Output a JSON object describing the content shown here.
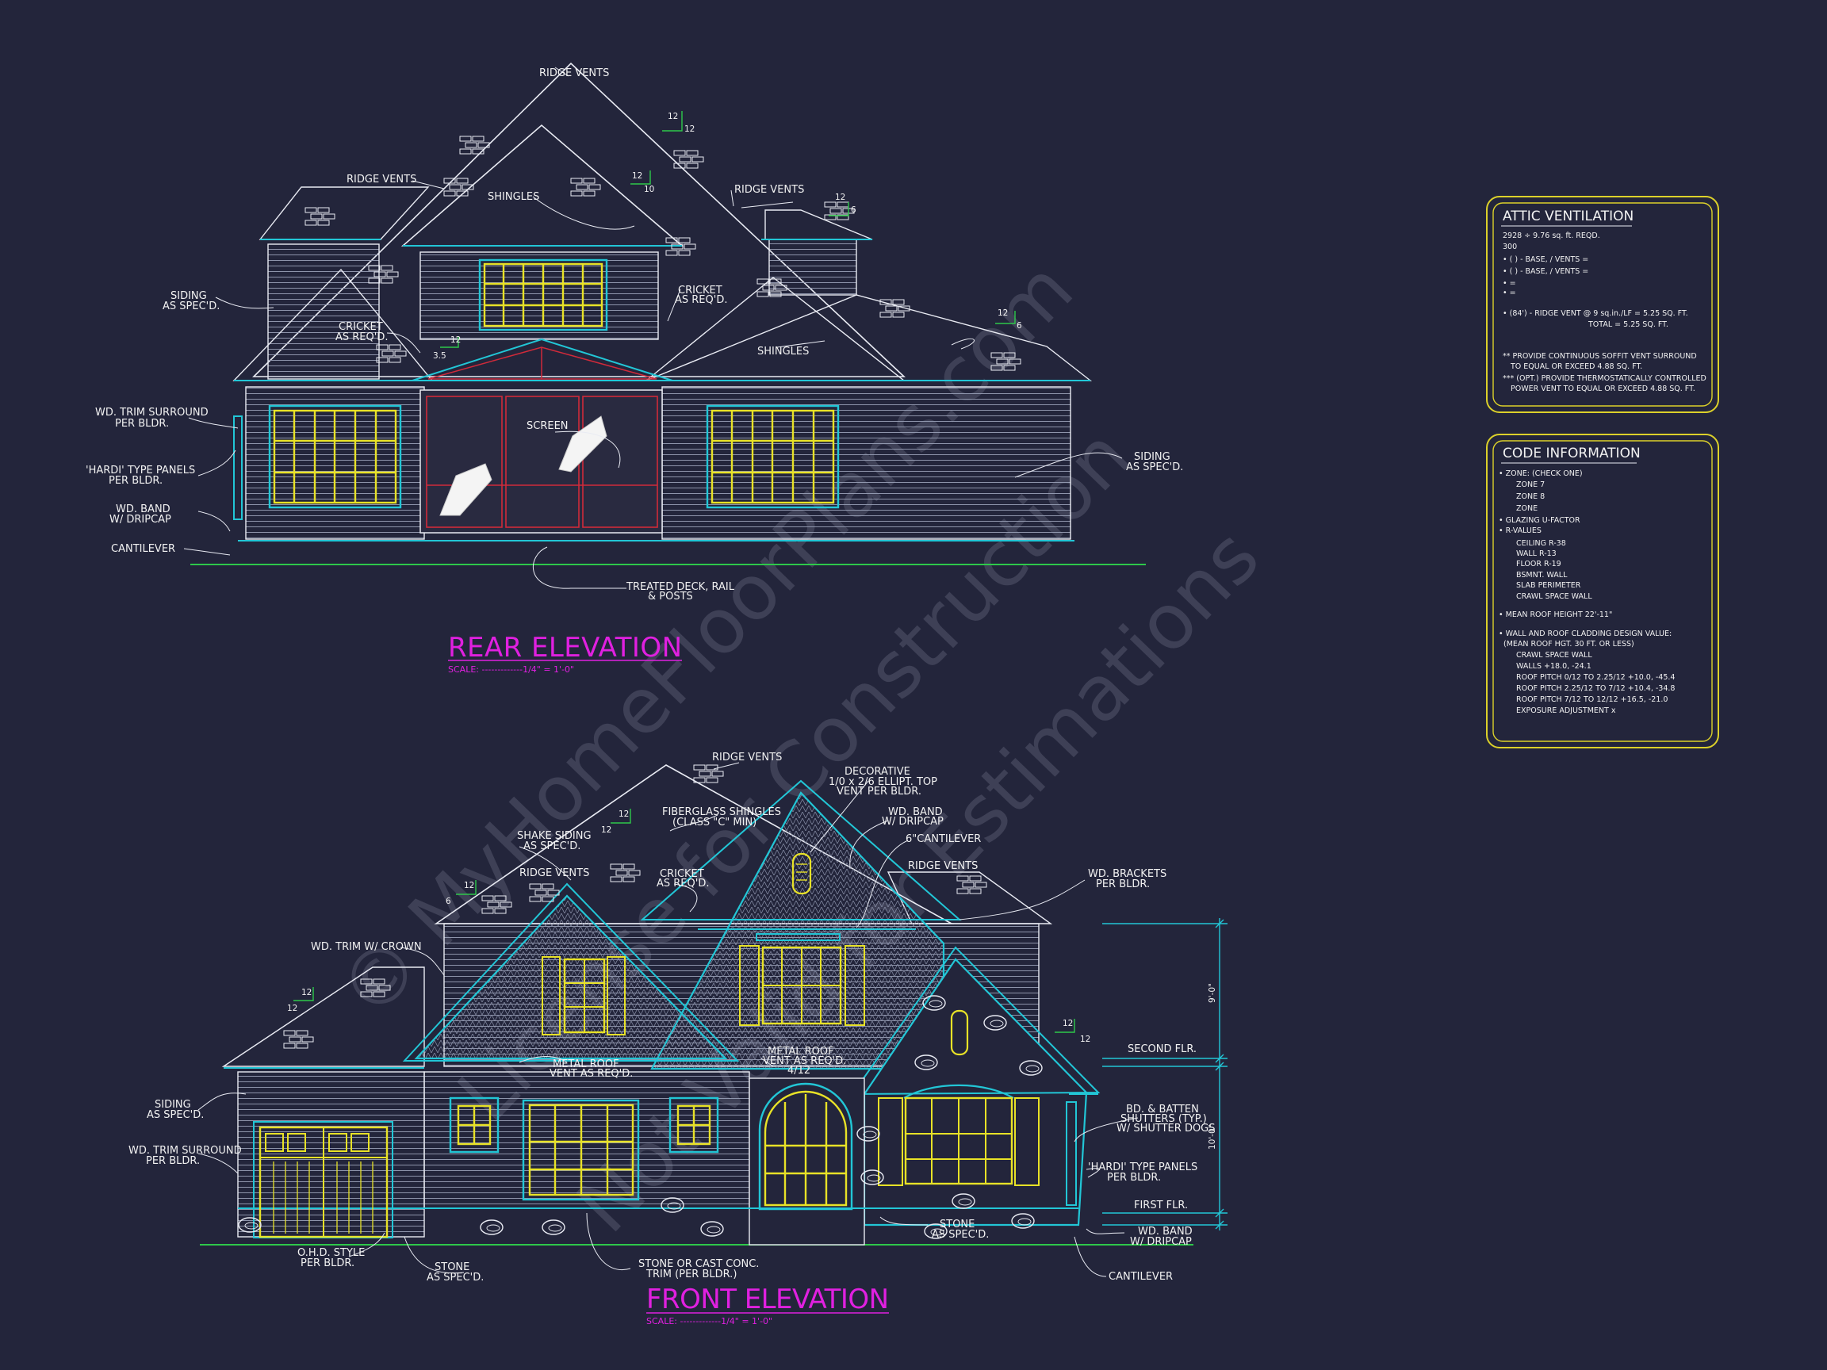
{
  "colors": {
    "background": "#23253b",
    "line_white": "#e9ebf3",
    "trim_cyan": "#22c6d6",
    "window_yellow": "#e8e227",
    "title_magenta": "#e020e0",
    "screen_red": "#d02a3a",
    "ground_green": "#2ec84a",
    "pitch_green": "#2ec84a",
    "panel_border_yellow": "#dcd12a"
  },
  "watermark": {
    "line1": "© MyHomeFloorPlans.com",
    "line2": "License for Construction",
    "line3": "Not Valid for Estimations"
  },
  "rear": {
    "title": "REAR ELEVATION",
    "scale": "SCALE: -------------1/4\" = 1'-0\"",
    "labels": {
      "ridge_top": "RIDGE VENTS",
      "ridge_left": "RIDGE VENTS",
      "ridge_right": "RIDGE VENTS",
      "shingles_top": "SHINGLES",
      "shingles_right": "SHINGLES",
      "siding_left_1": "SIDING",
      "siding_left_2": "AS SPEC'D.",
      "cricket_left_1": "CRICKET",
      "cricket_left_2": "AS REQ'D.",
      "cricket_right_1": "CRICKET",
      "cricket_right_2": "AS REQ'D.",
      "trim_1": "WD. TRIM SURROUND",
      "trim_2": "PER BLDR.",
      "hardi_1": "'HARDI' TYPE PANELS",
      "hardi_2": "PER BLDR.",
      "band_1": "WD. BAND",
      "band_2": "W/ DRIPCAP",
      "cantilever": "CANTILEVER",
      "screen": "SCREEN",
      "deck_1": "TREATED DECK, RAIL",
      "deck_2": "& POSTS",
      "siding_right_1": "SIDING",
      "siding_right_2": "AS SPEC'D.",
      "pitch_a_1": "12",
      "pitch_a_2": "12",
      "pitch_b_1": "12",
      "pitch_b_2": "10",
      "pitch_c_1": "12",
      "pitch_c_2": "6",
      "pitch_d_1": "12",
      "pitch_d_2": "6",
      "pitch_e_1": "12",
      "pitch_e_2": "3.5"
    }
  },
  "front": {
    "title": "FRONT ELEVATION",
    "scale": "SCALE: -------------1/4\" = 1'-0\"",
    "labels": {
      "ridge_top": "RIDGE VENTS",
      "ridge_left": "RIDGE VENTS",
      "ridge_right": "RIDGE VENTS",
      "decorative_1": "DECORATIVE",
      "decorative_2": "1/0 x 2/6 ELLIPT. TOP",
      "decorative_3": "VENT PER BLDR.",
      "fiberglass_1": "FIBERGLASS SHINGLES",
      "fiberglass_2": "(CLASS \"C\" MIN)",
      "band_top_1": "WD. BAND",
      "band_top_2": "W/ DRIPCAP",
      "shake_1": "SHAKE SIDING",
      "shake_2": "AS SPEC'D.",
      "cantilever6": "6\"CANTILEVER",
      "cricket_1": "CRICKET",
      "cricket_2": "AS REQ'D.",
      "brackets_1": "WD. BRACKETS",
      "brackets_2": "PER BLDR.",
      "trim_crown": "WD. TRIM W/ CROWN",
      "metal_left_1": "METAL ROOF",
      "metal_left_2": "VENT AS REQ'D.",
      "metal_right_1": "METAL ROOF",
      "metal_right_2": "VENT AS REQ'D.",
      "metal_right_3": "4/12",
      "siding_1": "SIDING",
      "siding_2": "AS SPEC'D.",
      "trim_1": "WD. TRIM SURROUND",
      "trim_2": "PER BLDR.",
      "batten_1": "BD. & BATTEN",
      "batten_2": "SHUTTERS (TYP.)",
      "batten_3": "W/ SHUTTER DOGS",
      "hardi_1": "'HARDI' TYPE PANELS",
      "hardi_2": "PER BLDR.",
      "ohd_1": "O.H.D. STYLE",
      "ohd_2": "PER BLDR.",
      "stone_left_1": "STONE",
      "stone_left_2": "AS SPEC'D.",
      "stone_trim_1": "STONE OR CAST CONC.",
      "stone_trim_2": "TRIM (PER BLDR.)",
      "stone_right_1": "STONE",
      "stone_right_2": "AS SPEC'D.",
      "band_bottom_1": "WD. BAND",
      "band_bottom_2": "W/ DRIPCAP",
      "cantilever": "CANTILEVER",
      "second_flr": "SECOND FLR.",
      "first_flr": "FIRST FLR.",
      "dim_upper": "9'-0\"",
      "dim_lower": "10'-0\"",
      "pitch_a_1": "12",
      "pitch_a_2": "12",
      "pitch_b_1": "12",
      "pitch_b_2": "6",
      "pitch_c_1": "12",
      "pitch_c_2": "12",
      "pitch_d_1": "12",
      "pitch_d_2": "12"
    }
  },
  "attic": {
    "title": "ATTIC VENTILATION",
    "lines": [
      "2928 ÷ 9.76 sq. ft. REQD.",
      "300",
      "• (     ) -          BASE,    /    VENTS    =",
      "• (     ) -          BASE,    /    VENTS    =",
      "•                                                   =",
      "•                                                   =",
      "• (84') - RIDGE VENT @ 9 sq.in./LF = 5.25 SQ. FT.",
      "TOTAL        = 5.25 SQ. FT.",
      "** PROVIDE CONTINUOUS SOFFIT VENT SURROUND",
      "TO EQUAL OR EXCEED  4.88 SQ. FT.",
      "*** (OPT.) PROVIDE THERMOSTATICALLY CONTROLLED",
      "POWER VENT TO EQUAL OR EXCEED 4.88 SQ. FT."
    ]
  },
  "code": {
    "title": "CODE INFORMATION",
    "lines": [
      "• ZONE: (CHECK ONE)",
      "ZONE 7",
      "ZONE 8",
      "ZONE",
      "• GLAZING U-FACTOR",
      "• R-VALUES",
      "CEILING                R-38",
      "WALL                     R-13",
      "FLOOR                  R-19",
      "BSMNT. WALL",
      "SLAB PERIMETER",
      "CRAWL SPACE WALL",
      "• MEAN ROOF HEIGHT  22'-11\"",
      "• WALL AND ROOF CLADDING DESIGN VALUE:",
      "(MEAN ROOF HGT. 30 FT. OR LESS)",
      "CRAWL SPACE WALL",
      "WALLS                                  +18.0, -24.1",
      "ROOF PITCH 0/12 TO 2.25/12   +10.0, -45.4",
      "ROOF PITCH 2.25/12 TO 7/12   +10.4, -34.8",
      "ROOF PITCH 7/12 TO 12/12      +16.5, -21.0",
      "EXPOSURE ADJUSTMENT             x"
    ]
  }
}
